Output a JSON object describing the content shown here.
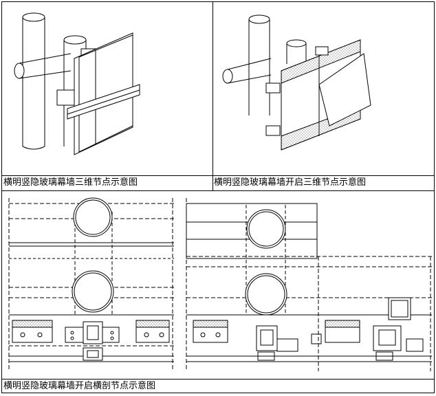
{
  "captions": {
    "top_left": "横明竖隐玻璃幕墙三维节点示意图",
    "top_right": "横明竖隐玻璃幕墙开启三维节点示意图",
    "bottom": "横明竖隐玻璃幕墙开启横剖节点示意图"
  },
  "colors": {
    "line": "#000000",
    "dashed": "#555555",
    "hatch": "#777777"
  }
}
